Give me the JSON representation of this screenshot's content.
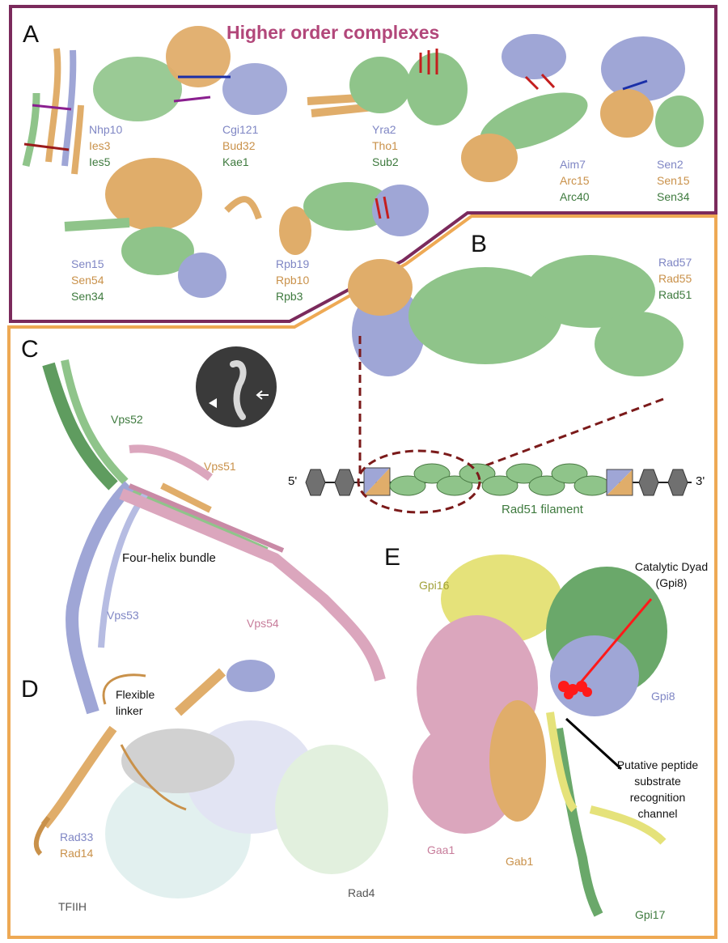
{
  "colors": {
    "frame_purple": "#7b2a5c",
    "frame_orange": "#eea954",
    "blue": "#9fa6d6",
    "orange": "#e0ad6a",
    "green": "#8fc48a",
    "pink": "#dba6bd",
    "yellow": "#e5e27a",
    "dark_red": "#7b1a1a",
    "catalytic_red": "#ff1a1a"
  },
  "panels": {
    "A": {
      "letter": "A",
      "title": "Higher order complexes",
      "groups": [
        {
          "blue": "Nhp10",
          "orange": "Ies3",
          "green": "Ies5"
        },
        {
          "blue": "Cgi121",
          "orange": "Bud32",
          "green": "Kae1"
        },
        {
          "blue": "Yra2",
          "orange": "Tho1",
          "green": "Sub2"
        },
        {
          "blue": "Aim7",
          "orange": "Arc15",
          "green": "Arc40"
        },
        {
          "blue": "Sen2",
          "orange": "Sen15",
          "green": "Sen34"
        },
        {
          "blue": "Sen15",
          "orange": "Sen54",
          "green": "Sen34"
        },
        {
          "blue": "Rpb19",
          "orange": "Rpb10",
          "green": "Rpb3"
        }
      ]
    },
    "B": {
      "letter": "B",
      "labels": {
        "blue": "Rad57",
        "orange": "Rad55",
        "green": "Rad51"
      },
      "five_prime": "5'",
      "three_prime": "3'",
      "filament_label": "Rad51 filament"
    },
    "C": {
      "letter": "C",
      "vps52": "Vps52",
      "vps51": "Vps51",
      "vps53": "Vps53",
      "vps54": "Vps54",
      "bundle": "Four-helix bundle"
    },
    "D": {
      "letter": "D",
      "linker": "Flexible linker",
      "rad33": "Rad33",
      "rad14": "Rad14",
      "tfiih": "TFIIH",
      "rad4": "Rad4"
    },
    "E": {
      "letter": "E",
      "gpi16": "Gpi16",
      "catalytic": "Catalytic Dyad (Gpi8)",
      "gpi8": "Gpi8",
      "channel": "Putative peptide substrate recognition channel",
      "gaa1": "Gaa1",
      "gab1": "Gab1",
      "gpi17": "Gpi17"
    }
  }
}
